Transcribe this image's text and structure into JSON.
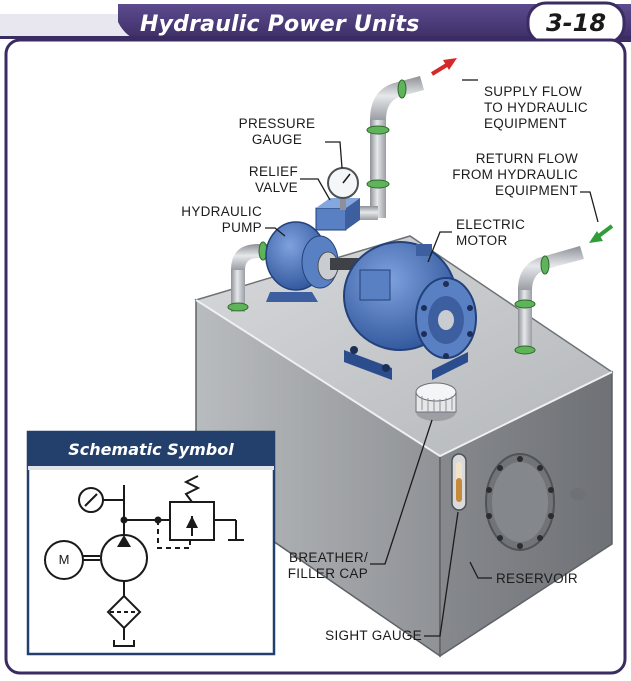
{
  "header": {
    "title": "Hydraulic Power Units",
    "figure_number": "3-18"
  },
  "labels": {
    "pressure_gauge": [
      "PRESSURE",
      "GAUGE"
    ],
    "relief_valve": [
      "RELIEF",
      "VALVE"
    ],
    "hydraulic_pump": [
      "HYDRAULIC",
      "PUMP"
    ],
    "supply_flow": [
      "SUPPLY FLOW",
      "TO HYDRAULIC",
      "EQUIPMENT"
    ],
    "return_flow": [
      "RETURN FLOW",
      "FROM HYDRAULIC",
      "EQUIPMENT"
    ],
    "electric_motor": [
      "ELECTRIC",
      "MOTOR"
    ],
    "breather_filler_cap": [
      "BREATHER/",
      "FILLER CAP"
    ],
    "reservoir": "RESERVOIR",
    "sight_gauge": "SIGHT GAUGE"
  },
  "schematic": {
    "title": "Schematic Symbol",
    "motor_letter": "M"
  },
  "colors": {
    "header_band": "#4b3a78",
    "equipment_blue": "#4a72b8",
    "pipe_grey": "#b9bcc2",
    "tank_grey": "#a7aaae",
    "schematic_header": "#233f6b",
    "supply_arrow": "#d62828",
    "return_arrow": "#2f9e3a"
  }
}
